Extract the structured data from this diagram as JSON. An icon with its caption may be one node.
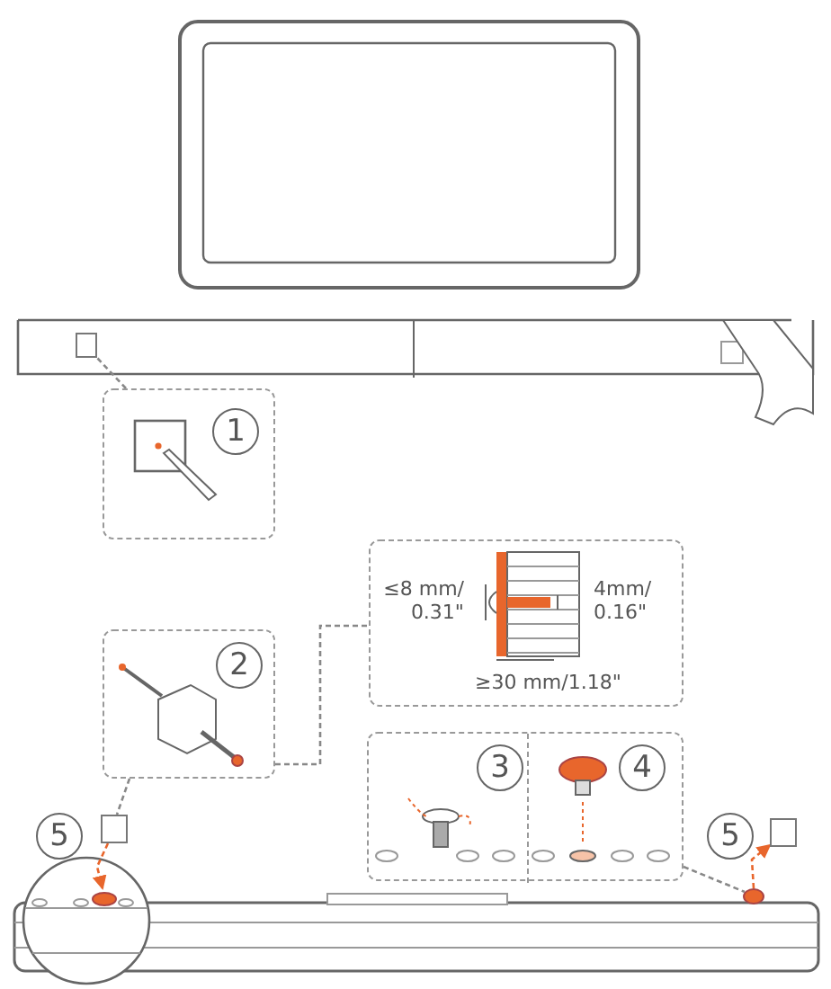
{
  "diagram": {
    "nodes": [
      {
        "text": [
          "1"
        ]
      },
      {
        "text": [
          "2"
        ]
      },
      {
        "text": [
          "≤8 mm/ 0.31\"",
          "4mm/ 0.16\"",
          "≥30 mm/1.18\""
        ]
      },
      {
        "text": [],
        "shape": "box"
      },
      {
        "text": [
          "3"
        ],
        "in": 3
      },
      {
        "text": [
          "4"
        ],
        "in": 3
      },
      {
        "text": [],
        "shape": "box"
      },
      {
        "text": [],
        "shape": "box"
      },
      {
        "text": [],
        "shape": "circle"
      },
      {
        "text": [
          "5"
        ]
      },
      {
        "text": [
          "5"
        ]
      },
      {
        "text": [],
        "shape": "box"
      },
      {
        "text": [],
        "shape": "circle"
      }
    ],
    "edges": [
      {
        "from": 0,
        "to": 6,
        "arrow": "none",
        "style": "dashed"
      },
      {
        "from": 1,
        "to": 7,
        "arrow": "none",
        "style": "dashed"
      },
      {
        "from": 1,
        "to": 2,
        "arrow": "none",
        "style": "dashed"
      },
      {
        "from": 3,
        "to": 12,
        "arrow": "none",
        "style": "dashed"
      },
      {
        "from": 7,
        "to": 8,
        "arrow": "to",
        "style": "dashed",
        "color": "#e8662c"
      },
      {
        "from": 12,
        "to": 11,
        "arrow": "to",
        "style": "dashed",
        "color": "#e8662c"
      }
    ]
  }
}
